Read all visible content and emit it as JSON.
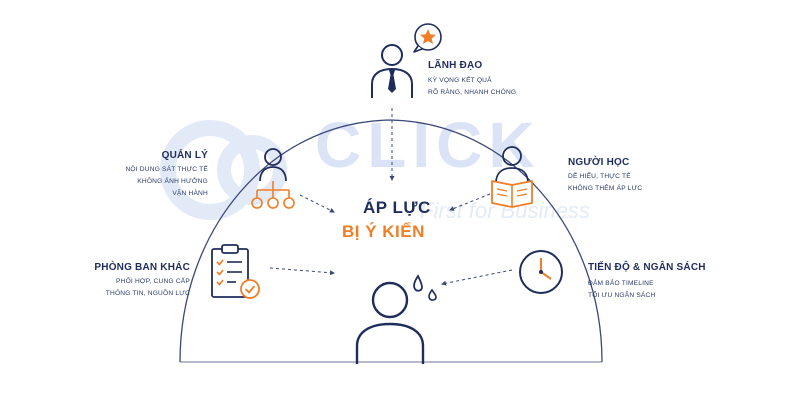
{
  "watermark": {
    "brand": "CLICK",
    "tagline": "First for Business"
  },
  "center": {
    "line1": "ÁP LỰC",
    "line2": "BỊ Ý KIẾN"
  },
  "nodes": {
    "leader": {
      "title": "LÃNH ĐẠO",
      "lines": [
        "KỲ VỌNG KẾT QUẢ",
        "RÕ RÀNG, NHANH CHÓNG"
      ]
    },
    "manager": {
      "title": "QUẢN LÝ",
      "lines": [
        "NỘI DUNG SÁT THỰC TẾ",
        "KHÔNG ẢNH HƯỞNG",
        "VẬN HÀNH"
      ]
    },
    "learner": {
      "title": "NGƯỜI HỌC",
      "lines": [
        "DỄ HIỂU, THỰC TẾ",
        "KHÔNG THÊM ÁP LỰC"
      ]
    },
    "departments": {
      "title": "PHÒNG BAN KHÁC",
      "lines": [
        "PHỐI HỢP, CUNG CẤP",
        "THÔNG TIN, NGUỒN LỰC"
      ]
    },
    "budget": {
      "title": "TIẾN ĐỘ & NGÂN SÁCH",
      "lines": [
        "ĐẢM BẢO TIMELINE",
        "TỐI ƯU NGÂN SÁCH"
      ]
    }
  },
  "colors": {
    "navy": "#1f2d5c",
    "accent": "#f07e26",
    "dome": "#3a4878",
    "watermark": "#dbe4f7"
  },
  "icons": {
    "leader": "person-tie-icon",
    "star": "star-bubble-icon",
    "manager": "org-chart-icon",
    "learner": "reader-book-icon",
    "departments": "clipboard-checklist-icon",
    "budget": "clock-icon",
    "center": "stressed-person-icon"
  }
}
